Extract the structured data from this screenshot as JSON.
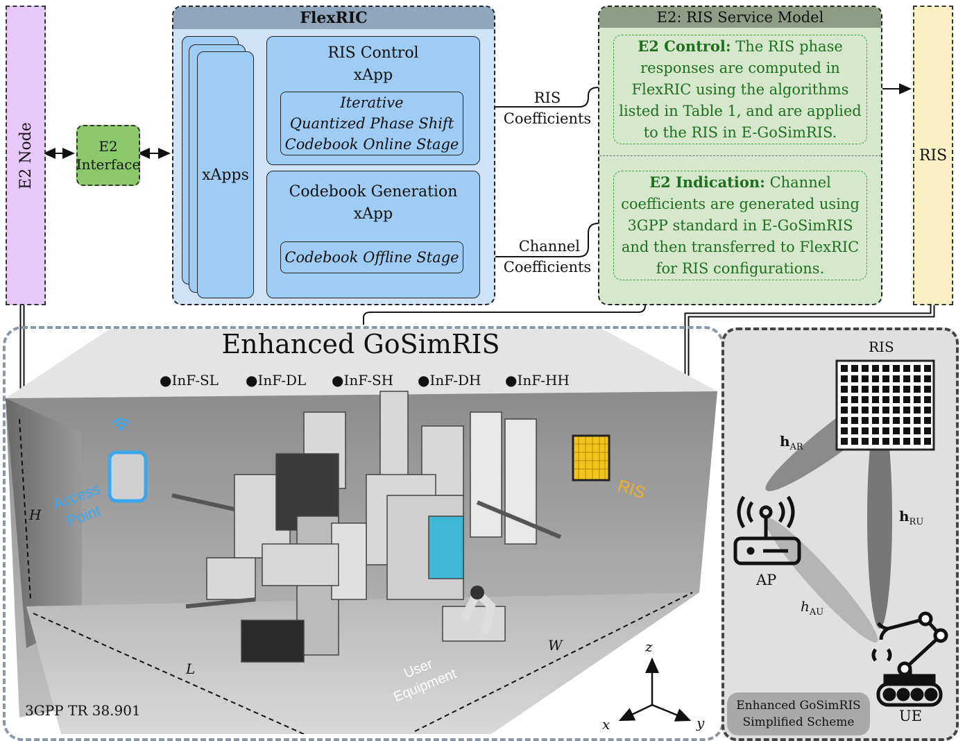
{
  "e2_node": "E2 Node",
  "e2_interface": [
    "E2",
    "Interface"
  ],
  "flexric": {
    "title": "FlexRIC",
    "xapps": "xApps",
    "ris_control": [
      "RIS Control",
      "xApp"
    ],
    "online_stage": [
      "Iterative",
      "Quantized Phase Shift",
      "Codebook Online Stage"
    ],
    "codebook_gen": [
      "Codebook Generation",
      "xApp"
    ],
    "offline_stage": "Codebook Offline Stage"
  },
  "links": {
    "ris_coeff": [
      "RIS",
      "Coefficients"
    ],
    "channel_coeff": [
      "Channel",
      "Coefficients"
    ]
  },
  "service_model": {
    "title": "E2: RIS Service Model",
    "control_head": "E2 Control:",
    "control_lines": [
      " The RIS phase",
      "responses are computed in",
      "FlexRIC using the algorithms",
      "listed in Table 1, and are applied",
      "to the RIS in E-GoSimRIS."
    ],
    "indication_head": "E2 Indication:",
    "indication_lines": [
      " Channel",
      "coefficients are generated using",
      "3GPP standard in E-GoSimRIS",
      "and then transferred to FlexRIC",
      "for RIS configurations."
    ]
  },
  "ris_box": "RIS",
  "environment": {
    "title": "Enhanced GoSimRIS",
    "scenarios": [
      "●InF-SL",
      "●InF-DL",
      "●InF-SH",
      "●InF-DH",
      "●InF-HH"
    ],
    "access_point": [
      "Access",
      "Point"
    ],
    "ris": "RIS",
    "user_equipment": [
      "User",
      "Equipment"
    ],
    "dims": {
      "h": "H",
      "l": "L",
      "w": "W"
    },
    "axes": {
      "x": "x",
      "y": "y",
      "z": "z"
    },
    "standard": "3GPP TR 38.901"
  },
  "scheme": {
    "ris": "RIS",
    "h_ar": "h",
    "h_ar_sub": "AR",
    "h_ru": "h",
    "h_ru_sub": "RU",
    "h_au": "h",
    "h_au_sub": "AU",
    "ap": "AP",
    "ue": "UE",
    "label": [
      "Enhanced GoSimRIS",
      "Simplified Scheme"
    ]
  },
  "colors": {
    "e2_node": "#e8c8f8",
    "e2_interface": "#8bc96a",
    "flexric_bg": "#cfe3f7",
    "xapp_card": "#9fccf5",
    "service_model_bg": "#d5e8cc",
    "service_text": "#1f6e1f",
    "ris_box": "#fbefc4",
    "access_point_glow": "#3aa8f0",
    "ris_label": "#f0b020"
  }
}
